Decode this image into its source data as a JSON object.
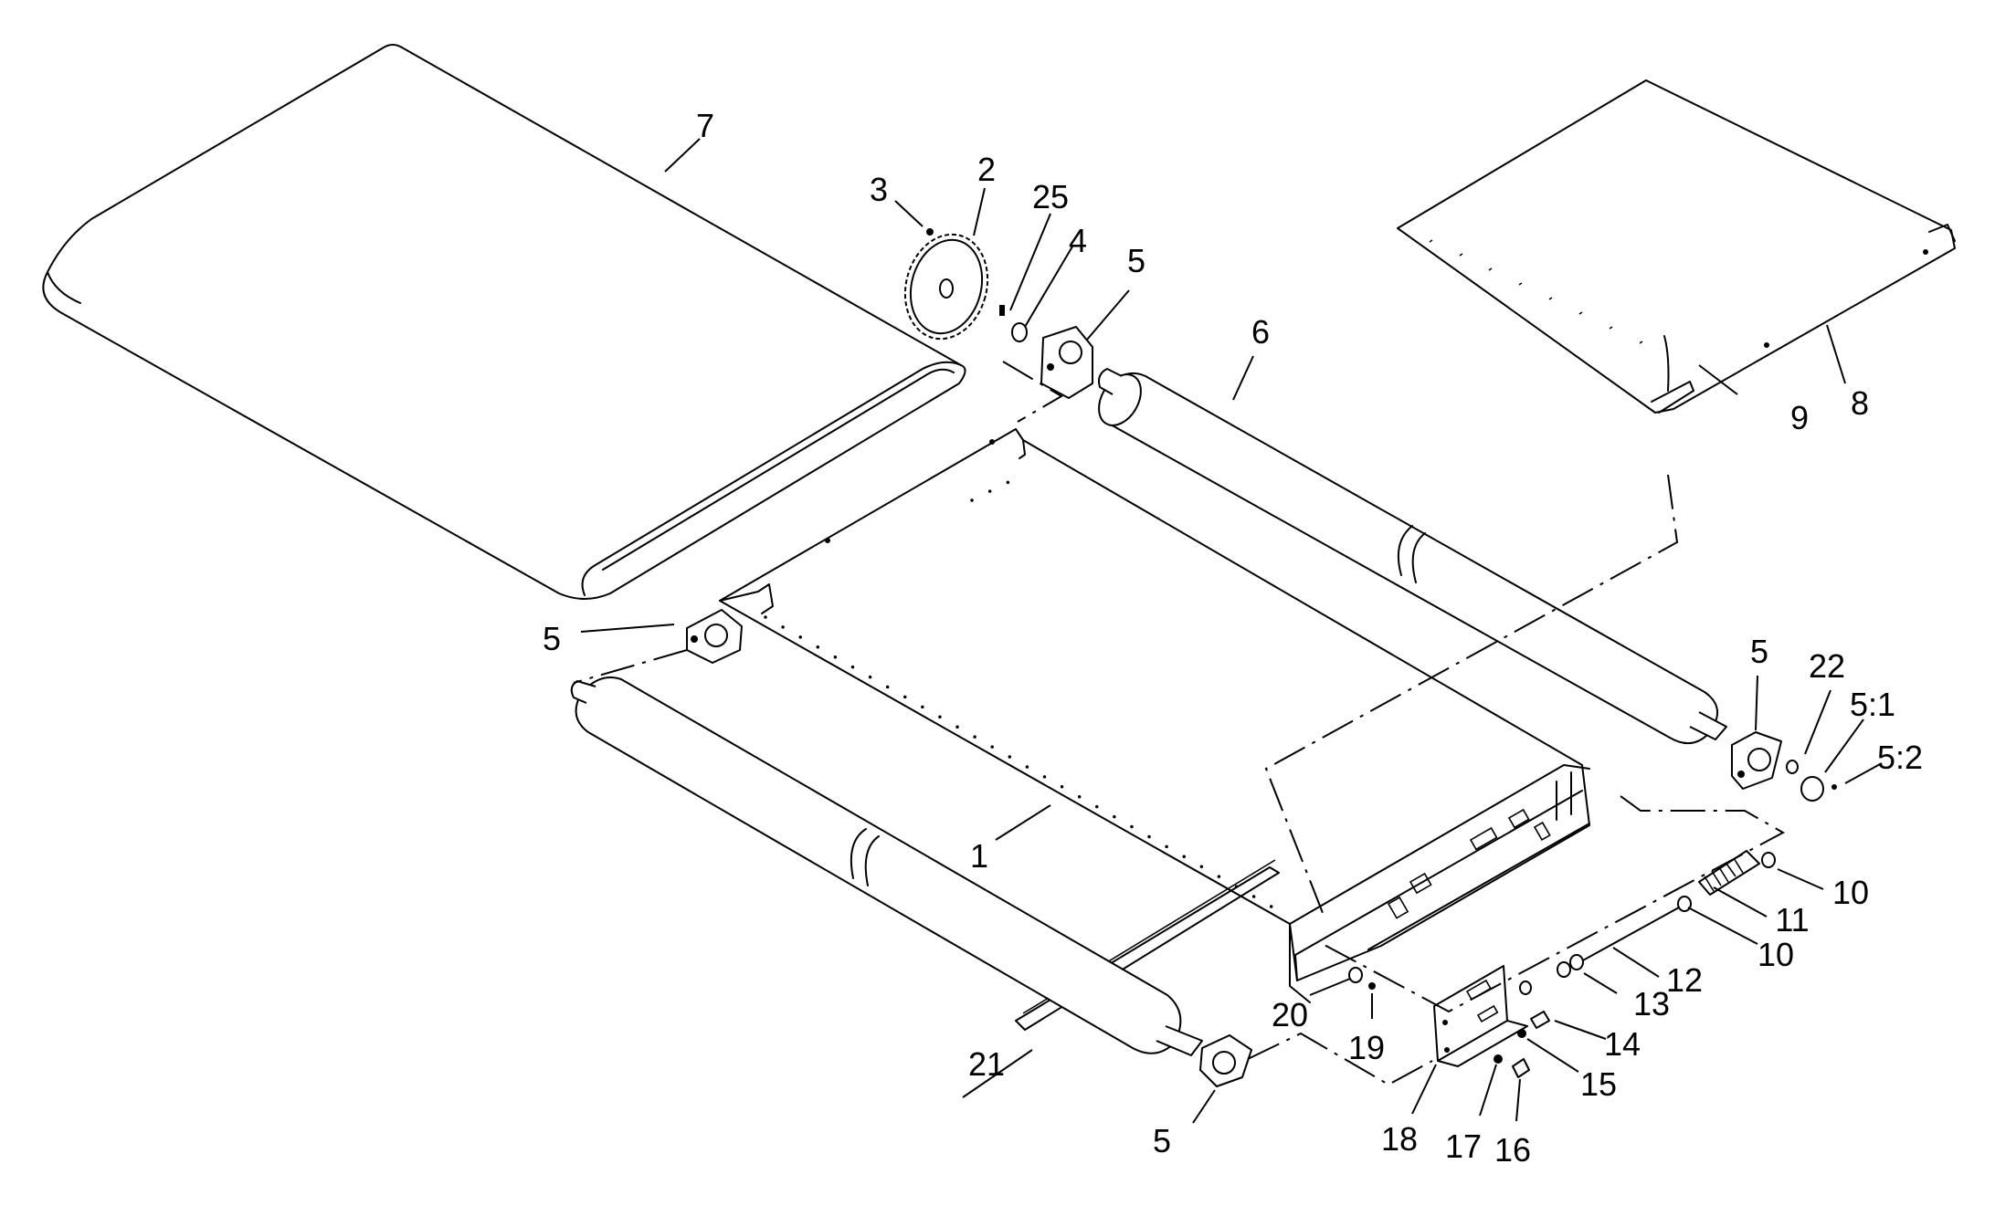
{
  "callouts": {
    "c1": "1",
    "c2": "2",
    "c3": "3",
    "c4": "4",
    "c5a": "5",
    "c5b": "5",
    "c5c": "5",
    "c5d": "5",
    "c5_1": "5:1",
    "c5_2": "5:2",
    "c6": "6",
    "c7": "7",
    "c8": "8",
    "c9": "9",
    "c10a": "10",
    "c10b": "10",
    "c11": "11",
    "c12": "12",
    "c13": "13",
    "c14": "14",
    "c15": "15",
    "c16": "16",
    "c17": "17",
    "c18": "18",
    "c19": "19",
    "c20": "20",
    "c21": "21",
    "c22": "22",
    "c25": "25"
  }
}
